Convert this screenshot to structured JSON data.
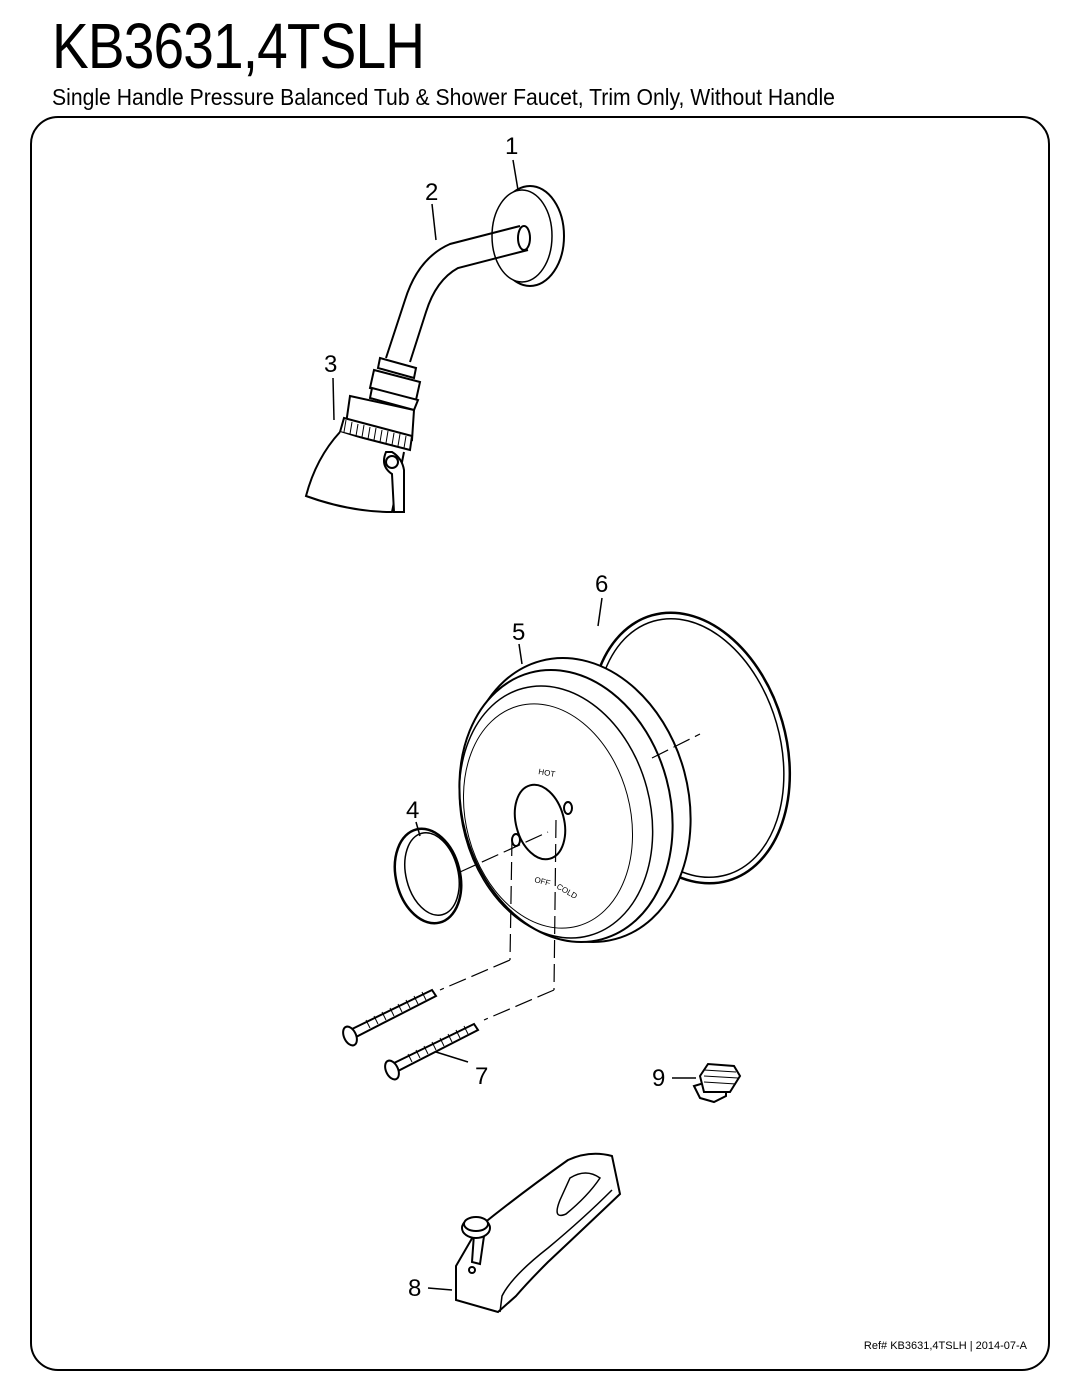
{
  "header": {
    "model": "KB3631,4TSLH",
    "description": "Single Handle Pressure Balanced Tub & Shower Faucet, Trim Only, Without Handle"
  },
  "callouts": {
    "c1": "1",
    "c2": "2",
    "c3": "3",
    "c4": "4",
    "c5": "5",
    "c6": "6",
    "c7": "7",
    "c8": "8",
    "c9": "9"
  },
  "plate_markings": {
    "hot": "HOT",
    "off": "OFF",
    "cold": "COLD"
  },
  "footer": {
    "reference": "Ref# KB3631,4TSLH | 2014-07-A"
  }
}
